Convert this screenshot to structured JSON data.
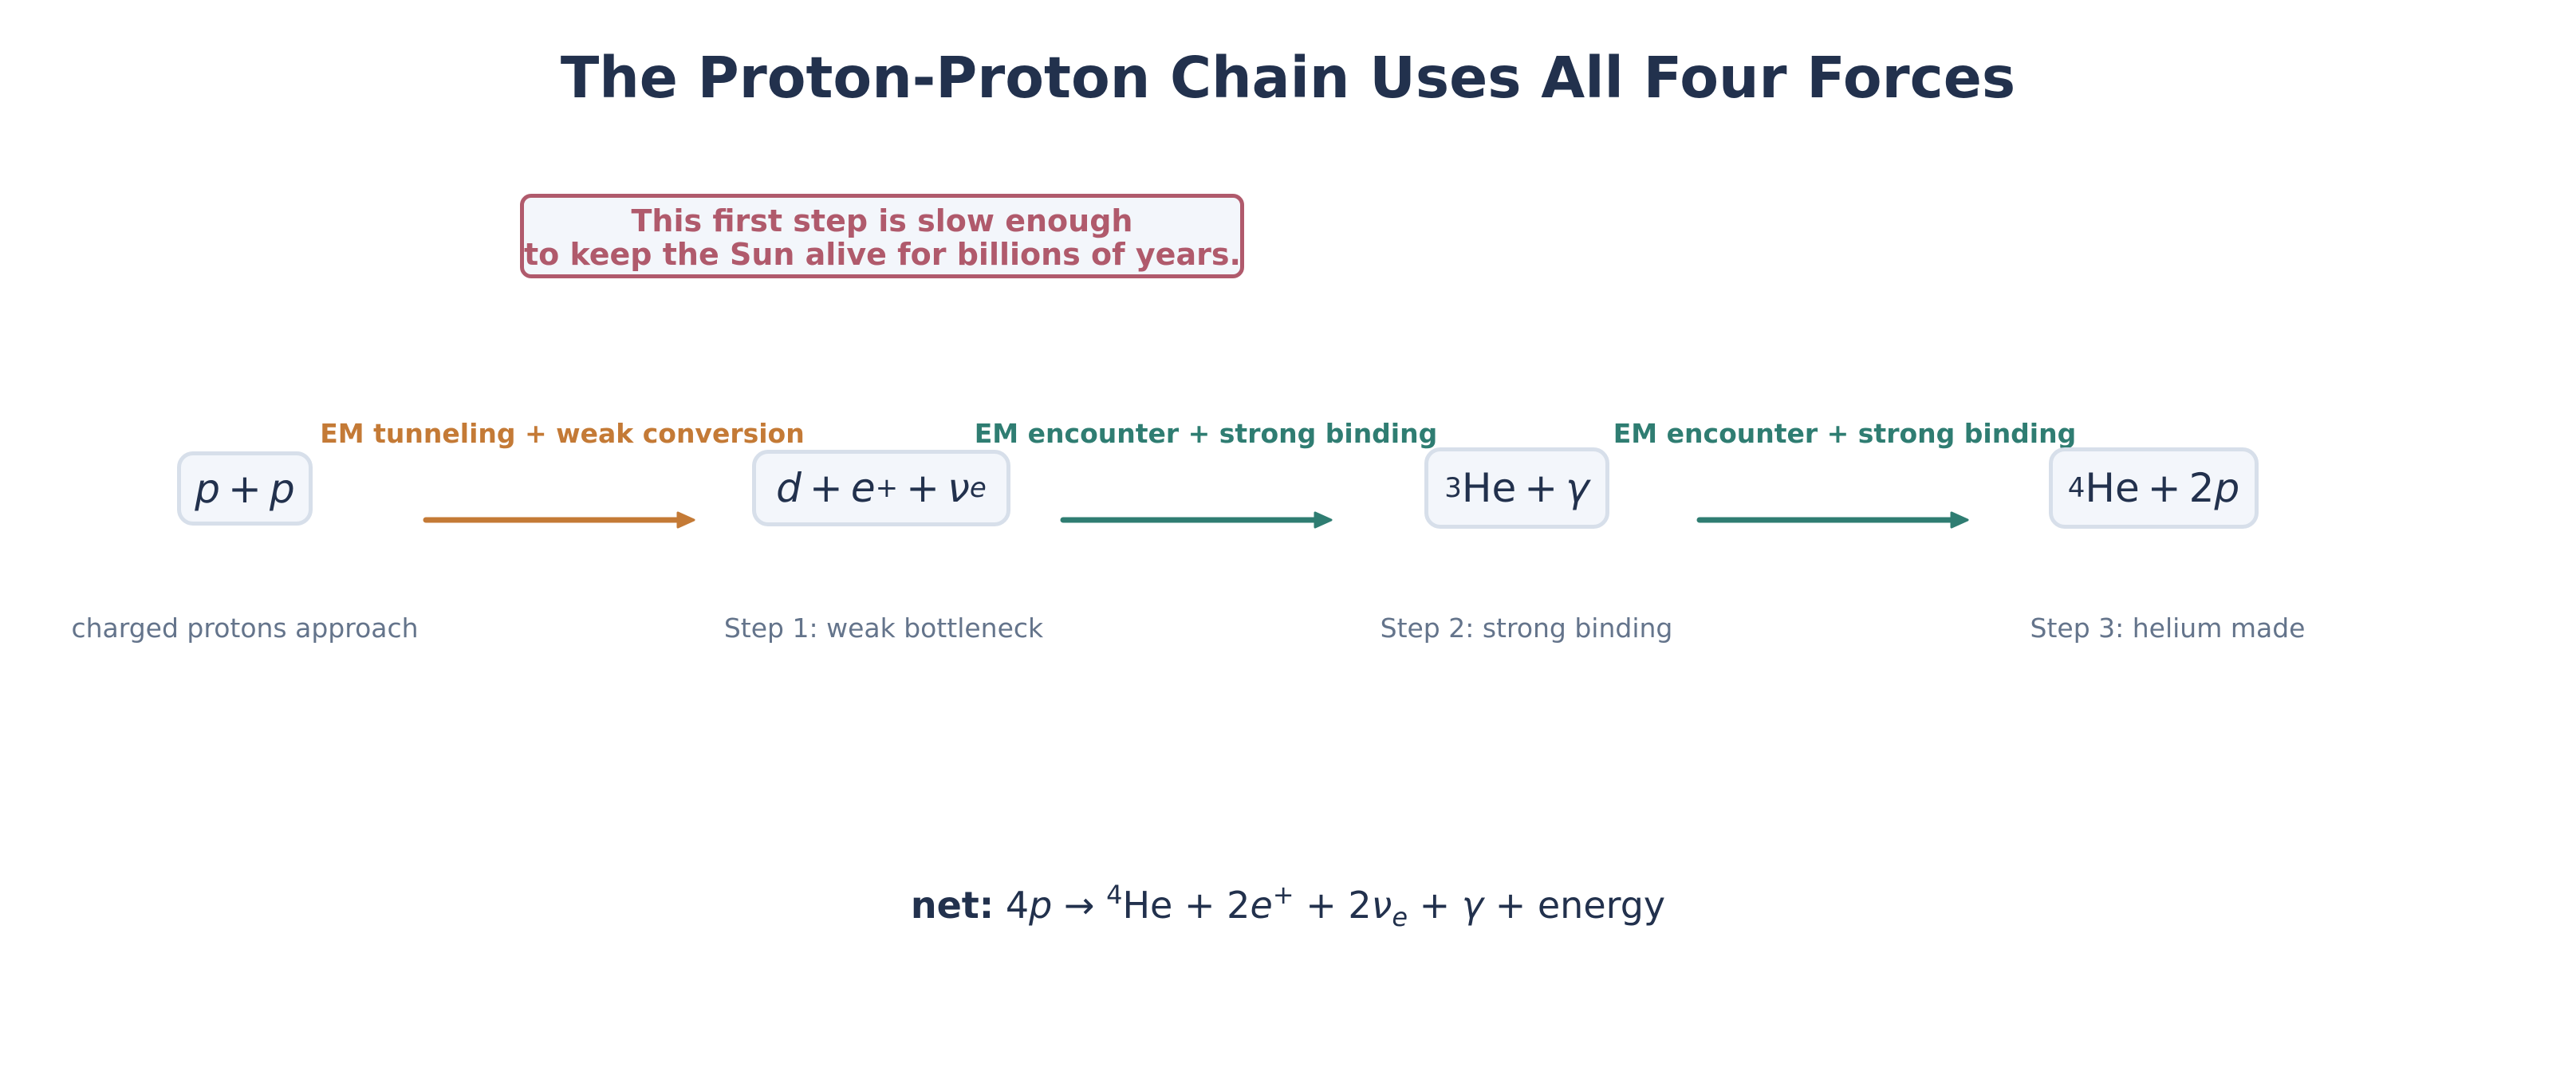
{
  "title": "The Proton-Proton Chain Uses All Four Forces",
  "callout": {
    "line1": "This first step is slow enough",
    "line2": "to keep the Sun alive for billions of years.",
    "color": "#b05a6c"
  },
  "nodes": [
    {
      "id": "p-p",
      "formula": "p + p",
      "caption": "charged protons approach"
    },
    {
      "id": "deuterium",
      "formula": "d + e⁺ + νₑ",
      "caption": "Step 1: weak bottleneck"
    },
    {
      "id": "helium-3",
      "formula": "³He + γ",
      "caption": "Step 2: strong binding"
    },
    {
      "id": "helium-4",
      "formula": "⁴He + 2p",
      "caption": "Step 3: helium made"
    }
  ],
  "node_parts": {
    "n0": {
      "a": "p",
      "op1": "+",
      "b": "p"
    },
    "n1": {
      "a": "d",
      "op1": "+",
      "b": "e",
      "b_sup": "+",
      "op2": "+",
      "c": "ν",
      "c_sub": "e"
    },
    "n2": {
      "sup": "3",
      "a": "He",
      "op1": "+",
      "b": "γ"
    },
    "n3": {
      "sup": "4",
      "a": "He",
      "op1": "+",
      "b_num": "2",
      "b": "p"
    }
  },
  "edges": [
    {
      "label": "EM tunneling + weak conversion",
      "color": "#c47a36"
    },
    {
      "label": "EM encounter + strong binding",
      "color": "#2f7d72"
    },
    {
      "label": "EM encounter + strong binding",
      "color": "#2f7d72"
    }
  ],
  "net": {
    "prefix": "net:",
    "lhs_num": "4",
    "lhs_var": "p",
    "arrow": "→",
    "he_sup": "4",
    "he": "He",
    "plus": "+",
    "e_num": "2",
    "e_var": "e",
    "e_sup": "+",
    "nu_num": "2",
    "nu_var": "ν",
    "nu_sub": "e",
    "gamma": "γ",
    "energy": "energy",
    "full": "net: 4p → ⁴He + 2e⁺ + 2νₑ + γ + energy"
  },
  "colors": {
    "title": "#22314d",
    "caption": "#64748b",
    "node_border": "#d7dfea",
    "node_fill": "#f3f6fb",
    "weak": "#c47a36",
    "strong": "#2f7d72"
  }
}
